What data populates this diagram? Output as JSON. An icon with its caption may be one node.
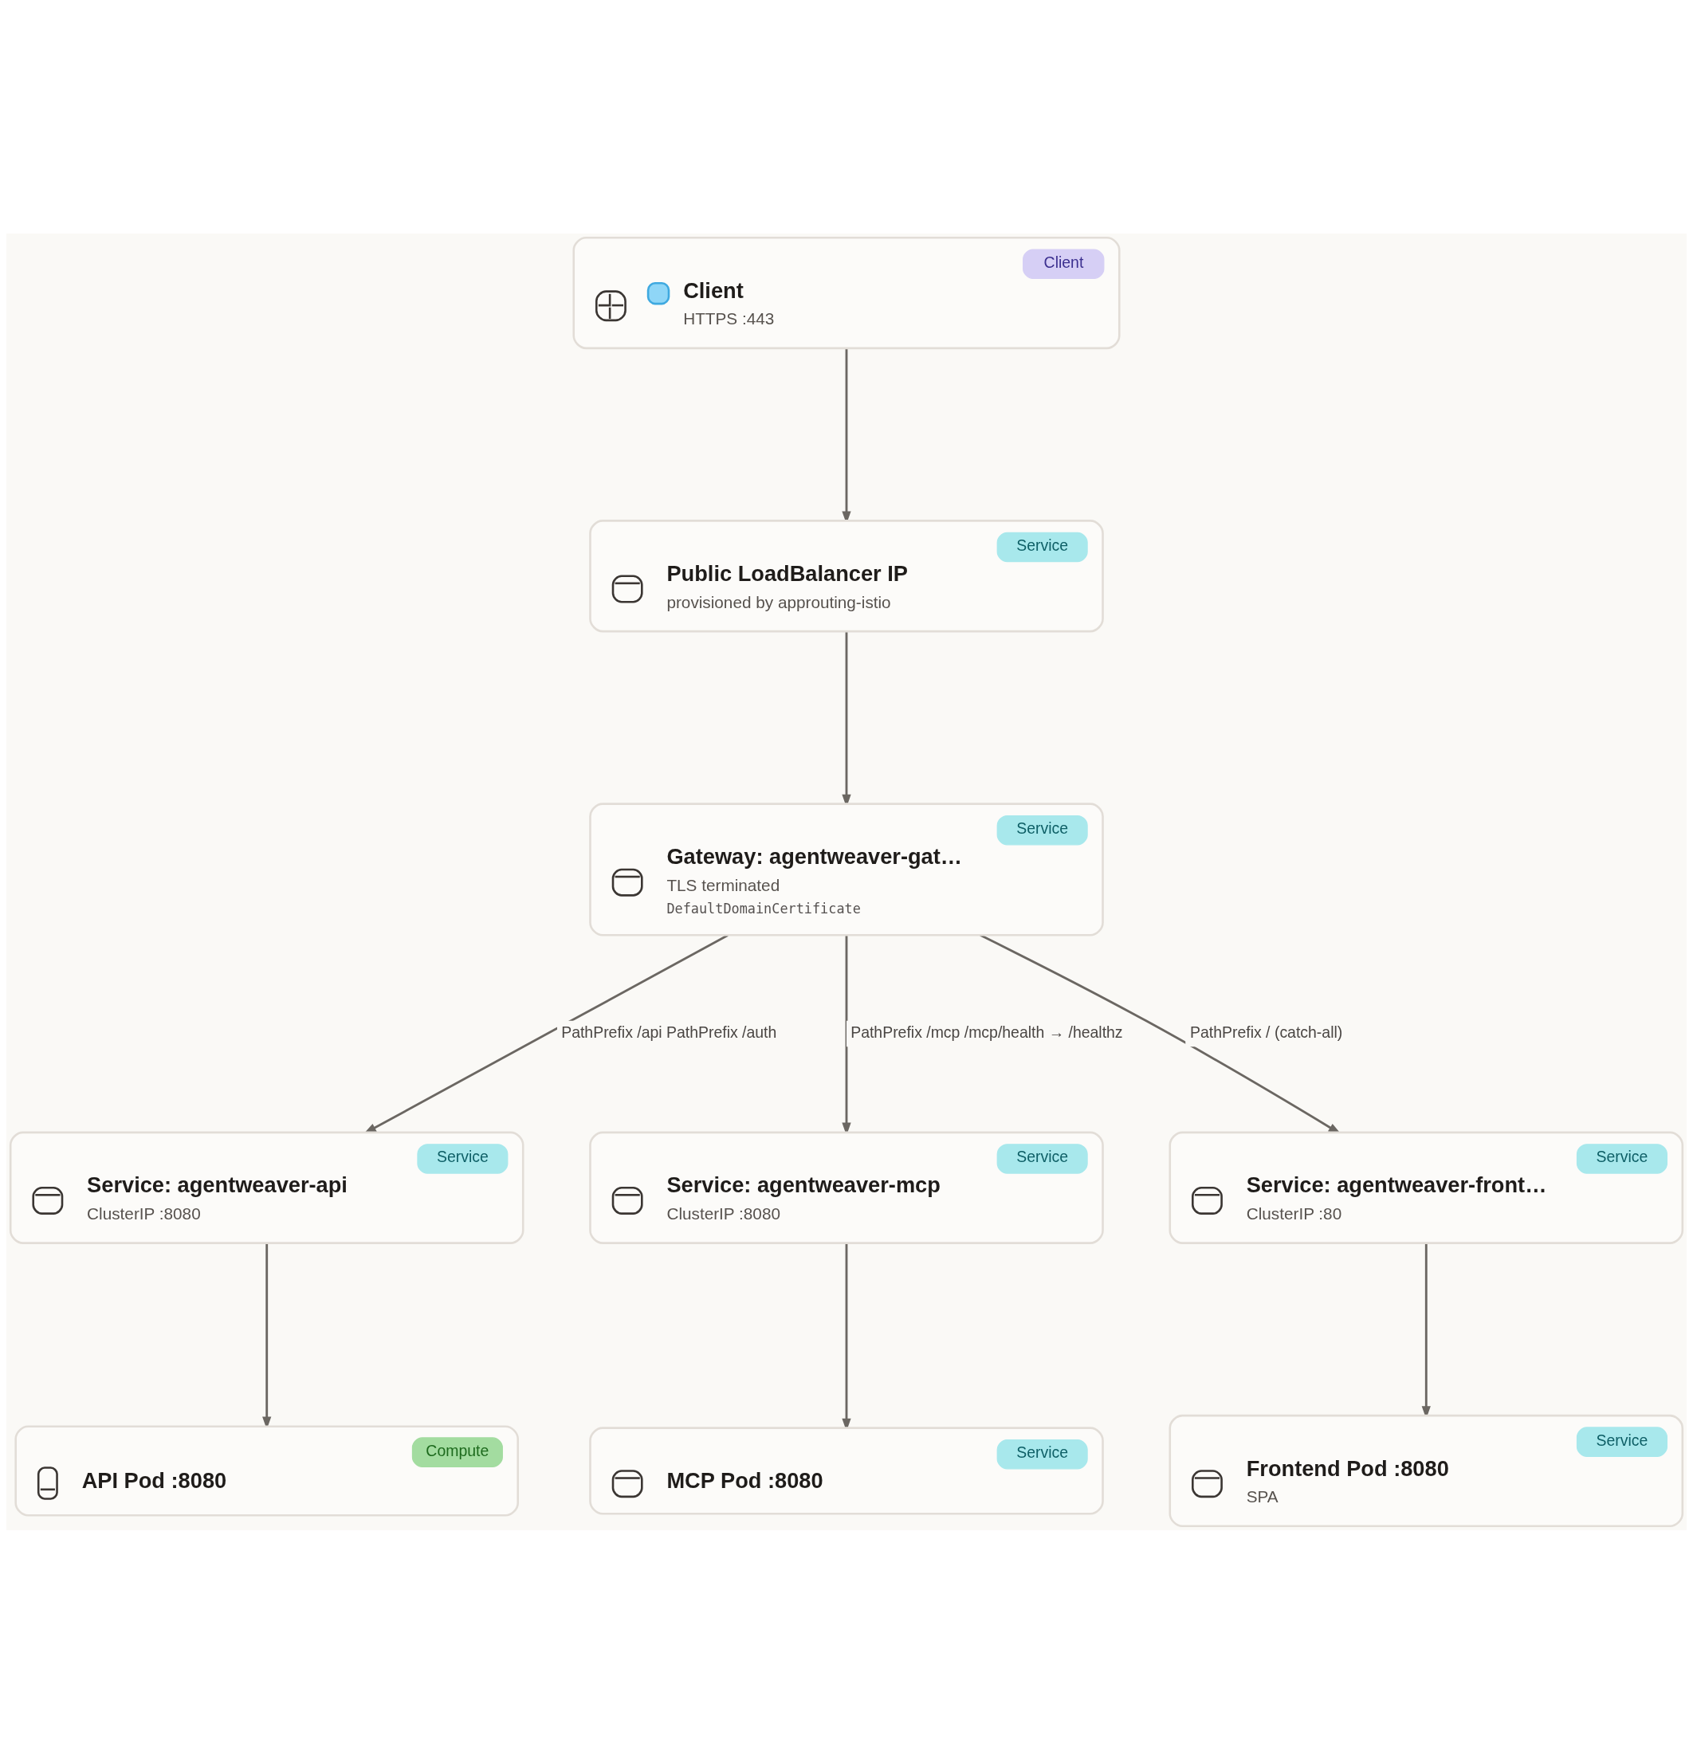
{
  "diagram": {
    "nodes": [
      {
        "text": [
          "Client",
          "Client",
          "HTTPS :443"
        ]
      },
      {
        "text": [
          "Service",
          "Public LoadBalancer IP",
          "provisioned by approuting-istio"
        ]
      },
      {
        "text": [
          "Service",
          "Gateway: agentweaver-gat…",
          "TLS terminated",
          "DefaultDomainCertificate"
        ]
      },
      {
        "text": [
          "Service",
          "Service: agentweaver-api",
          "ClusterIP :8080"
        ]
      },
      {
        "text": [
          "Service",
          "Service: agentweaver-mcp",
          "ClusterIP :8080"
        ]
      },
      {
        "text": [
          "Service",
          "Service: agentweaver-front…",
          "ClusterIP :80"
        ]
      },
      {
        "text": [
          "Compute",
          "API Pod :8080"
        ]
      },
      {
        "text": [
          "Service",
          "MCP Pod :8080"
        ]
      },
      {
        "text": [
          "Service",
          "Frontend Pod :8080",
          "SPA"
        ]
      }
    ],
    "edges": [
      {
        "from": 0,
        "to": 1,
        "arrow": "to"
      },
      {
        "from": 1,
        "to": 2,
        "arrow": "to"
      },
      {
        "from": 2,
        "to": 3,
        "arrow": "to",
        "label": "PathPrefix /api PathPrefix /auth"
      },
      {
        "from": 2,
        "to": 4,
        "arrow": "to",
        "label": "PathPrefix /mcp /mcp/health → /healthz"
      },
      {
        "from": 2,
        "to": 5,
        "arrow": "to",
        "label": "PathPrefix / (catch-all)"
      },
      {
        "from": 3,
        "to": 6,
        "arrow": "to"
      },
      {
        "from": 4,
        "to": 7,
        "arrow": "to"
      },
      {
        "from": 5,
        "to": 8,
        "arrow": "to"
      }
    ]
  }
}
